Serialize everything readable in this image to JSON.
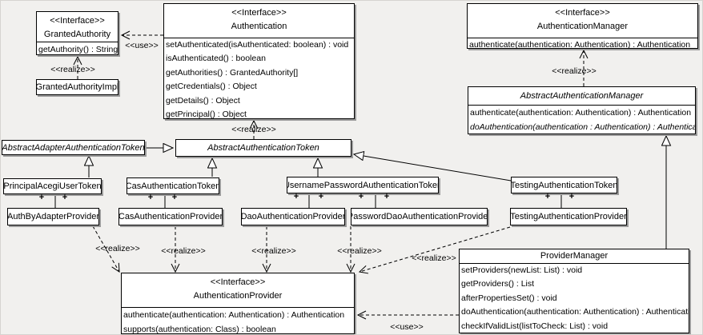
{
  "colors": {
    "background": "#f1f0ee",
    "box_fill": "#ffffff",
    "line": "#000000",
    "shadow": "#9a9a9a"
  },
  "labels": {
    "realize": "<<realize>>",
    "use": "<<use>>",
    "plus": "+",
    "interface_stereotype": "<<Interface>>"
  },
  "classes": {
    "granted_authority": {
      "stereotype": "<<Interface>>",
      "name": "GrantedAuthority",
      "methods": [
        "getAuthority() : String"
      ]
    },
    "granted_authority_impl": {
      "name": "GrantedAuthorityImpl"
    },
    "authentication": {
      "stereotype": "<<Interface>>",
      "name": "Authentication",
      "methods": [
        "setAuthenticated(isAuthenticated: boolean) : void",
        "isAuthenticated() : boolean",
        "getAuthorities() : GrantedAuthority[]",
        "getCredentials() : Object",
        "getDetails() : Object",
        "getPrincipal() : Object"
      ]
    },
    "authentication_manager": {
      "stereotype": "<<Interface>>",
      "name": "AuthenticationManager",
      "methods": [
        "authenticate(authentication: Authentication) : Authentication"
      ]
    },
    "abstract_authentication_manager": {
      "name": "AbstractAuthenticationManager",
      "methods": [
        "authenticate(authentication: Authentication) : Authentication",
        "doAuthentication(authentication : Authentication) : Authentication"
      ]
    },
    "abstract_adapter_authentication_token": {
      "name": "AbstractAdapterAuthenticationToken"
    },
    "abstract_authentication_token": {
      "name": "AbstractAuthenticationToken"
    },
    "principal_acegi_user_token": {
      "name": "PrincipalAcegiUserToken"
    },
    "cas_authentication_token": {
      "name": "CasAuthenticationToken"
    },
    "username_password_authentication_token": {
      "name": "UsernamePasswordAuthenticationToken"
    },
    "testing_authentication_token": {
      "name": "TestingAuthenticationToken"
    },
    "auth_by_adapter_provider": {
      "name": "AuthByAdapterProvider"
    },
    "cas_authentication_provider": {
      "name": "CasAuthenticationProvider"
    },
    "dao_authentication_provider": {
      "name": "DaoAuthenticationProvider"
    },
    "password_dao_authentication_provider": {
      "name": "PasswordDaoAuthenticationProvider"
    },
    "testing_authentication_provider": {
      "name": "TestingAuthenticationProvider"
    },
    "authentication_provider": {
      "stereotype": "<<Interface>>",
      "name": "AuthenticationProvider",
      "methods": [
        "authenticate(authentication: Authentication) : Authentication",
        "supports(authentication: Class) : boolean"
      ]
    },
    "provider_manager": {
      "name": "ProviderManager",
      "methods": [
        "setProviders(newList: List) : void",
        "getProviders() : List",
        "afterPropertiesSet() : void",
        "doAuthentication(authentication: Authentication) : Authentication",
        "checkIfValidList(listToCheck: List) : void"
      ]
    }
  }
}
